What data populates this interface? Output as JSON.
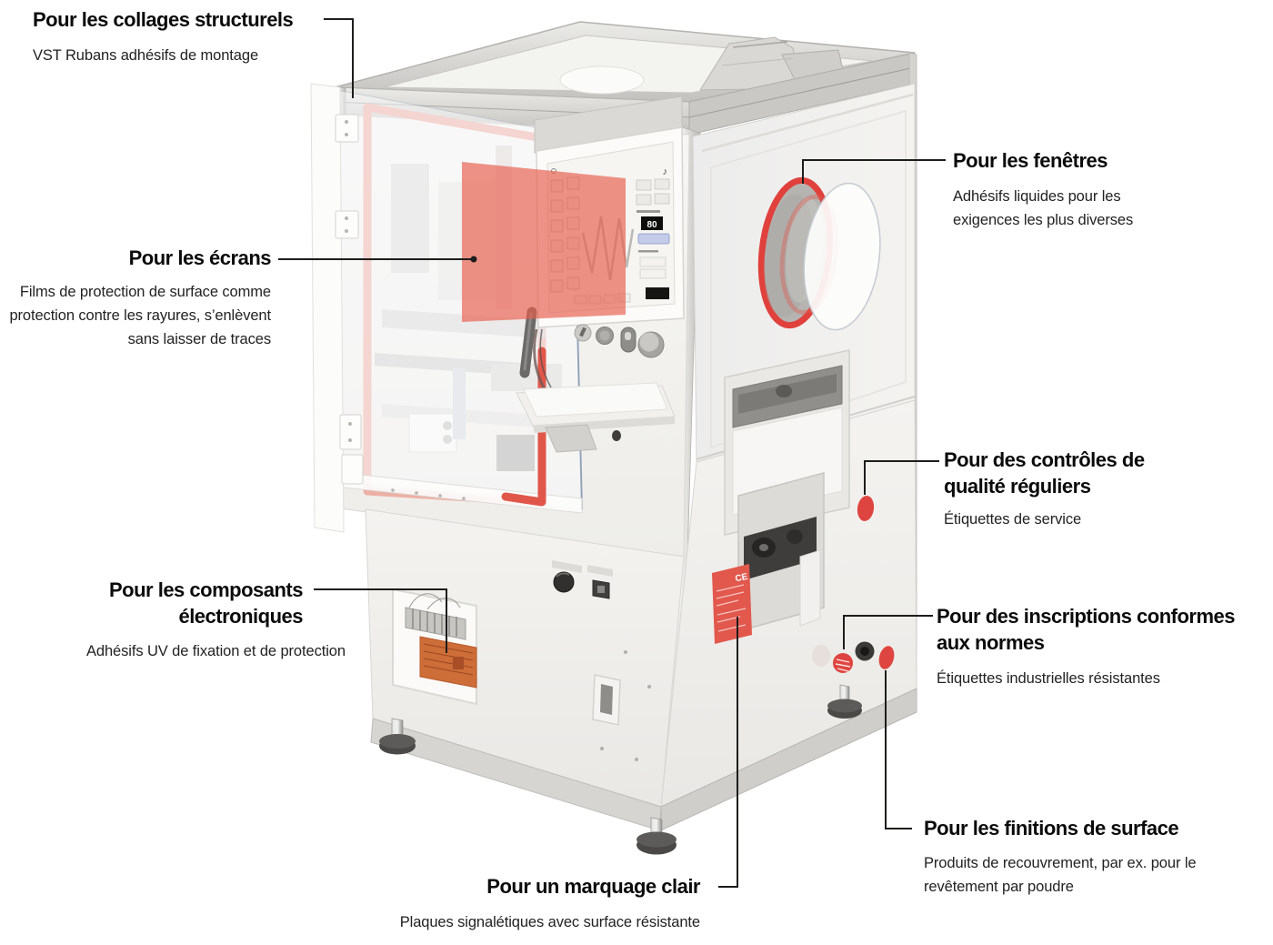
{
  "diagram": {
    "subject": "industrial-machine-adhesive-applications",
    "background": "#ffffff"
  },
  "accent": {
    "highlight_red": "#df4540",
    "overlay_salmon": "#e8604f",
    "door_seal_salmon": "#e0574a",
    "ce_label_salmon": "#e2584d",
    "component_label_orange": "#cd6d38",
    "leader_line": "#1d1d1b"
  },
  "machine": {
    "screen_display_value": "80",
    "screen_note_icon": "♪",
    "ce_label_text": "CE"
  },
  "annotations": [
    {
      "id": "collages",
      "title": "Pour les collages structurels",
      "desc": "VST Rubans adhésifs de montage"
    },
    {
      "id": "ecrans",
      "title": "Pour les écrans",
      "desc": "Films de protection de surface comme protection contre les rayures, s’enlèvent sans laisser de traces"
    },
    {
      "id": "fenetres",
      "title": "Pour les fenêtres",
      "desc": "Adhésifs liquides pour les exigences les plus diverses"
    },
    {
      "id": "controles",
      "title": "Pour des contrôles de qualité réguliers",
      "desc": "Étiquettes de service"
    },
    {
      "id": "composants",
      "title": "Pour les composants électroniques",
      "desc": "Adhésifs UV de fixation et de protection"
    },
    {
      "id": "inscriptions",
      "title": "Pour des inscriptions conformes aux normes",
      "desc": "Étiquettes industrielles résistantes"
    },
    {
      "id": "finitions",
      "title": "Pour les finitions de surface",
      "desc": "Produits de recouvrement, par ex. pour le revêtement par poudre"
    },
    {
      "id": "marquage",
      "title": "Pour un marquage clair",
      "desc": "Plaques signalétiques avec surface résistante"
    }
  ]
}
